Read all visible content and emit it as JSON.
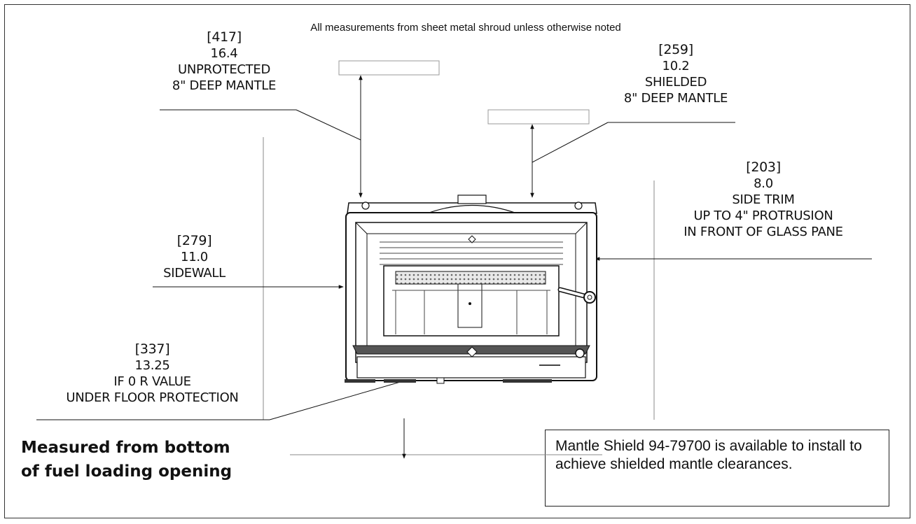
{
  "note_top": "All measurements from sheet metal shroud unless otherwise noted",
  "dims": {
    "unprotected": {
      "metric": "417",
      "inches": "16.4",
      "line1": "UNPROTECTED",
      "line2": "8\" DEEP MANTLE"
    },
    "shielded": {
      "metric": "259",
      "inches": "10.2",
      "line1": "SHIELDED",
      "line2": "8\" DEEP MANTLE"
    },
    "side_trim": {
      "metric": "203",
      "inches": "8.0",
      "line1": "SIDE TRIM",
      "line2": "UP TO 4\" PROTRUSION",
      "line3": "IN FRONT OF GLASS PANE"
    },
    "sidewall": {
      "metric": "279",
      "inches": "11.0",
      "line1": "SIDEWALL"
    },
    "floor": {
      "metric": "337",
      "inches": "13.25",
      "line1": "IF 0 R VALUE",
      "line2": "UNDER FLOOR PROTECTION"
    }
  },
  "measured_note": {
    "line1": "Measured from bottom",
    "line2": "of fuel loading opening"
  },
  "mantle_shield_note": "Mantle Shield 94-79700 is available to install to achieve shielded mantle clearances."
}
